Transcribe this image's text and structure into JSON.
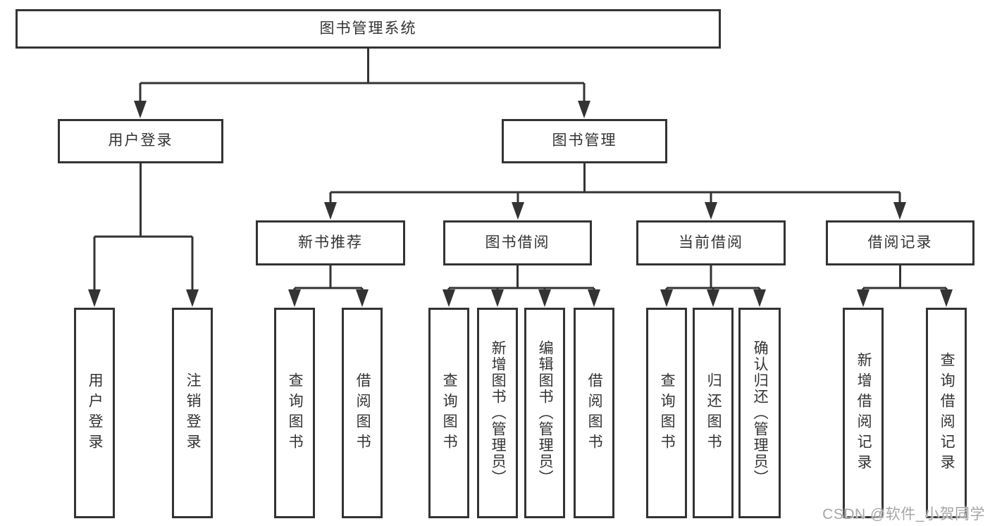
{
  "watermark": "CSDN @软件_小贺同学",
  "colors": {
    "line": "#333333",
    "text": "#333333",
    "box_background": "#ffffff",
    "watermark": "#a6a6a6"
  },
  "chart_data": {
    "type": "table",
    "title": "图书管理系统",
    "note": "functional structure tree diagram"
  },
  "tree": {
    "root": {
      "label": "图书管理系统",
      "children": [
        {
          "label": "用户登录",
          "children": [
            {
              "label": "用户登录"
            },
            {
              "label": "注销登录"
            }
          ]
        },
        {
          "label": "图书管理",
          "children": [
            {
              "label": "新书推荐",
              "children": [
                {
                  "label": "查询图书"
                },
                {
                  "label": "借阅图书"
                }
              ]
            },
            {
              "label": "图书借阅",
              "children": [
                {
                  "label": "查询图书"
                },
                {
                  "label": "新增图书（管理员）"
                },
                {
                  "label": "编辑图书（管理员）"
                },
                {
                  "label": "借阅图书"
                }
              ]
            },
            {
              "label": "当前借阅",
              "children": [
                {
                  "label": "查询图书"
                },
                {
                  "label": "归还图书"
                },
                {
                  "label": "确认归还（管理员）"
                }
              ]
            },
            {
              "label": "借阅记录",
              "children": [
                {
                  "label": "新增借阅记录"
                },
                {
                  "label": "查询借阅记录"
                }
              ]
            }
          ]
        }
      ]
    }
  }
}
